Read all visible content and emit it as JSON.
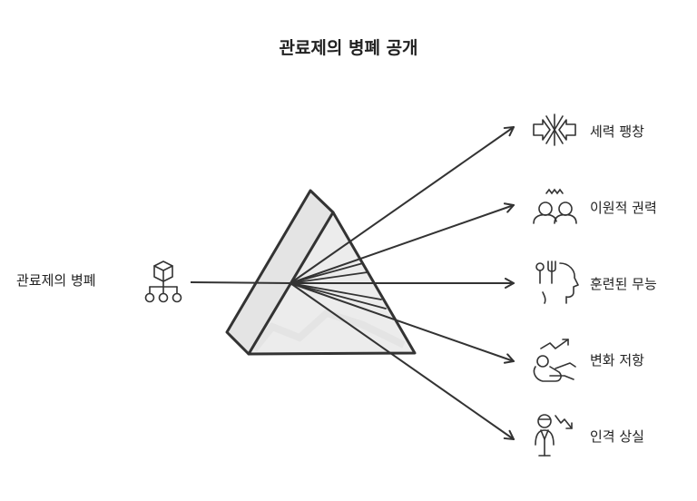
{
  "title": "관료제의 병폐 공개",
  "input": {
    "label": "관료제의 병폐",
    "icon": "hierarchy-cube-icon"
  },
  "outputs": [
    {
      "label": "세력 팽창",
      "icon": "expansion-arrows-icon"
    },
    {
      "label": "이원적 권력",
      "icon": "two-people-icon"
    },
    {
      "label": "훈련된 무능",
      "icon": "head-utensils-icon"
    },
    {
      "label": "변화 저항",
      "icon": "resistance-figure-icon"
    },
    {
      "label": "인격 상실",
      "icon": "person-decline-icon"
    }
  ],
  "colors": {
    "stroke": "#333333",
    "prism_fill": "#e8e8e8",
    "background": "#ffffff"
  }
}
